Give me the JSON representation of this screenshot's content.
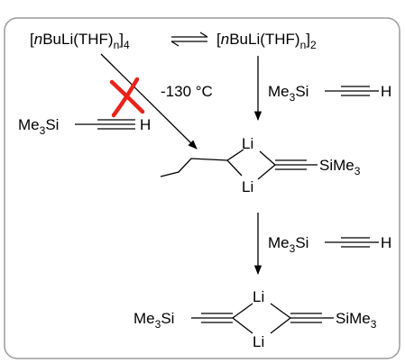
{
  "colors": {
    "frame": "#9a9a9a",
    "ink": "#000000",
    "cross": "#e8231a",
    "background": "#ffffff"
  },
  "scheme": {
    "tetramer": {
      "open": "[",
      "italic": "n",
      "core": "BuLi(THF)",
      "sub_n": "n",
      "close": "]",
      "sub": "4"
    },
    "dimer": {
      "open": "[",
      "italic": "n",
      "core": "BuLi(THF)",
      "sub_n": "n",
      "close": "]",
      "sub": "2"
    },
    "reagent": {
      "me": "Me",
      "sub": "3",
      "si": "Si",
      "h": "H"
    },
    "temperature": "-130 °C",
    "li": "Li",
    "sime3": {
      "main": "SiMe",
      "sub": "3"
    }
  }
}
